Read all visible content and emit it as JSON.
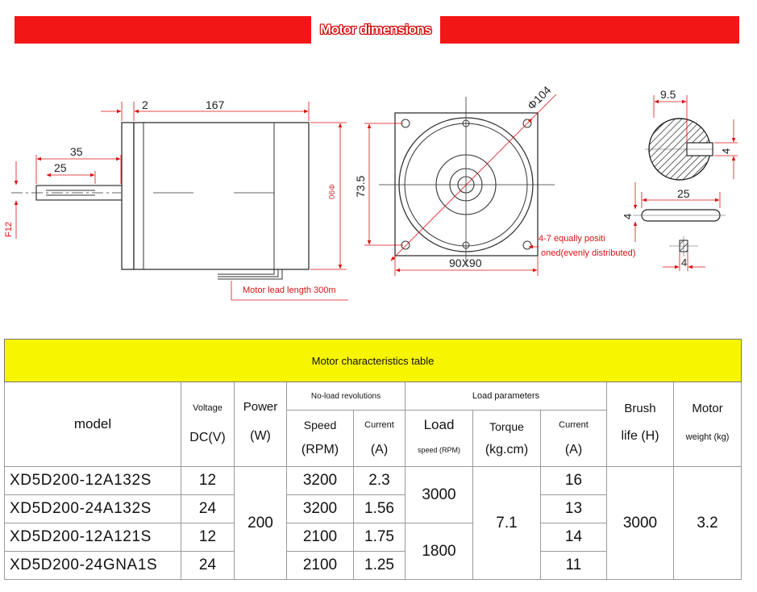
{
  "banner_title": "Motor dimensions",
  "drawing": {
    "side": {
      "d2": "2",
      "d167": "167",
      "d35": "35",
      "d25": "25",
      "f12": "F12",
      "phi90": "Φ90",
      "lead": "Motor lead length 300m"
    },
    "front": {
      "phi104": "Φ104",
      "d735": "73.5",
      "d90x90": "90X90",
      "holes_line1": "4-7 equally positi",
      "holes_line2": "oned(evenly distributed)"
    },
    "shaft": {
      "d95": "9.5",
      "d4a": "4",
      "d25": "25",
      "d4b": "4",
      "d4c": "4"
    }
  },
  "table": {
    "title": "Motor characteristics table",
    "headers": {
      "model": "model",
      "voltage_top": "Voltage",
      "voltage_bottom": "DC(V)",
      "power_top": "Power",
      "power_bottom": "(W)",
      "noload_group": "No-load revolutions",
      "speed_top": "Speed",
      "speed_bottom": "(RPM)",
      "current_top": "Current",
      "current_bottom": "(A)",
      "load_group": "Load parameters",
      "load_top": "Load",
      "load_bottom": "speed (RPM)",
      "torque_top": "Torque",
      "torque_bottom": "(kg.cm)",
      "lcurrent_top": "Current",
      "lcurrent_bottom": "(A)",
      "brush_top": "Brush",
      "brush_bottom": "life (H)",
      "weight_top": "Motor",
      "weight_bottom": "weight (kg)"
    },
    "rows": [
      {
        "model": "XD5D200-12A132S",
        "voltage": "12",
        "speed": "3200",
        "current": "2.3",
        "load_current": "16"
      },
      {
        "model": "XD5D200-24A132S",
        "voltage": "24",
        "speed": "3200",
        "current": "1.56",
        "load_current": "13"
      },
      {
        "model": "XD5D200-12A121S",
        "voltage": "12",
        "speed": "2100",
        "current": "1.75",
        "load_current": "14"
      },
      {
        "model": "XD5D200-24GNA1S",
        "voltage": "24",
        "speed": "2100",
        "current": "1.25",
        "load_current": "11"
      }
    ],
    "merged": {
      "power": "200",
      "load_speed_a": "3000",
      "load_speed_b": "1800",
      "torque": "7.1",
      "brush_life": "3000",
      "weight": "3.2"
    }
  }
}
